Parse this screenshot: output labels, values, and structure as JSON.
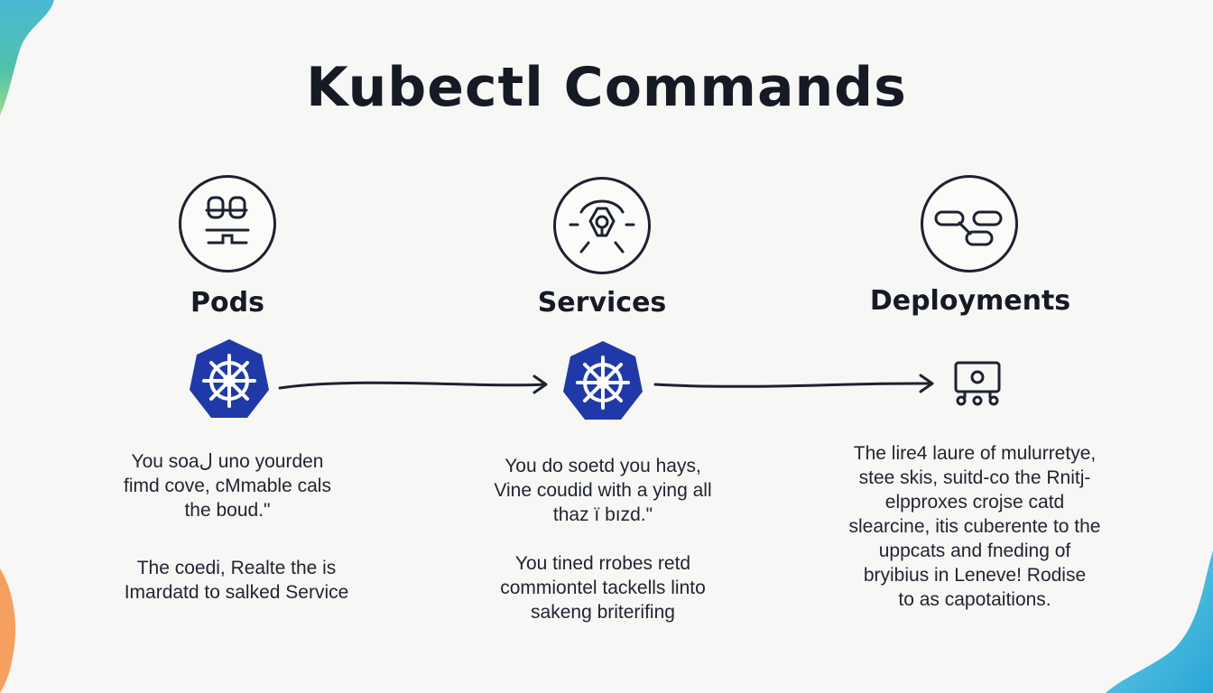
{
  "title": "Kubectl Commands",
  "columns": [
    {
      "label": "Pods",
      "icon": "pods-icon",
      "para1": [
        "You soaل uno yourden",
        "fimd cove, cMmable cals",
        "the boud.\""
      ],
      "para2": [
        "The coedi, Realte the is",
        "Imardatd to salked Service"
      ]
    },
    {
      "label": "Services",
      "icon": "services-icon",
      "para1": [
        "You do soetd you hays,",
        "Vine coudid with a ying all",
        "thaz ï bızd.\""
      ],
      "para2": [
        "You tined rrobes retd",
        "commiontel tackells linto",
        "sakeng briterifing"
      ]
    },
    {
      "label": "Deployments",
      "icon": "deployments-icon",
      "para1": [
        "The lire4 laure of mulurretye,",
        "stee skis, suitd-co the Rnitj-",
        "elpproxes crojse catd",
        "slearcine, itis cuberente to the",
        "uppcats and fneding of",
        "bryibius in Leneve! Rodise",
        "to as capotaitions."
      ]
    }
  ],
  "colors": {
    "kubernetes_blue": "#1f3aa8",
    "ink": "#1c2230",
    "accent_teal": "#3fb6d8",
    "accent_orange": "#f59a5a"
  }
}
